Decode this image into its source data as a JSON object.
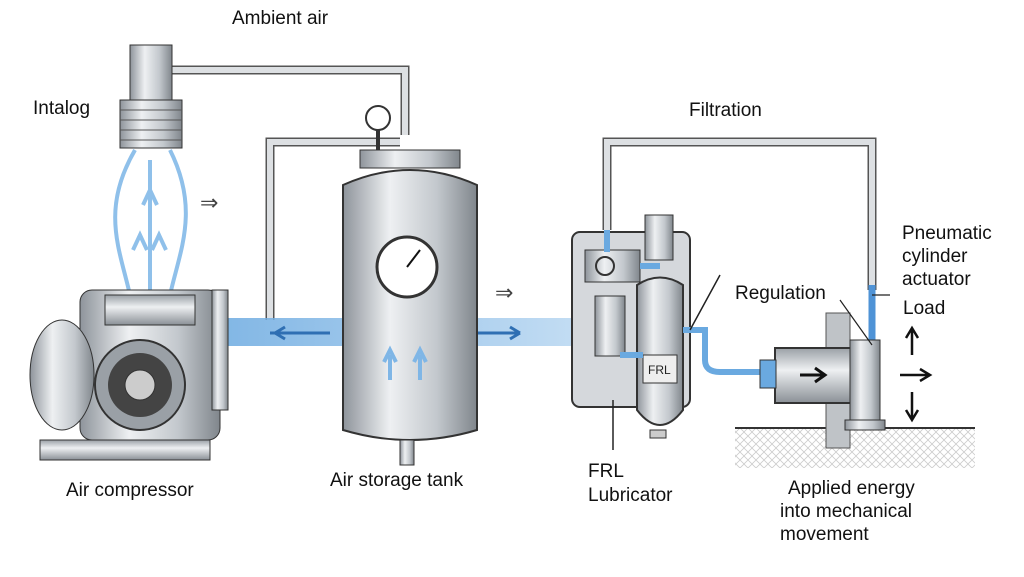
{
  "labels": {
    "ambient_air": "Ambient air",
    "intalog": "Intalog",
    "filtration": "Filtration",
    "pneumatic": [
      "Pneumatic",
      "cylinder",
      "actuator"
    ],
    "load": "Load",
    "regulation": "Regulation",
    "air_compressor": "Air compressor",
    "air_storage_tank": "Air storage tank",
    "frl_lubricator": [
      "FRL",
      "Lubricator"
    ],
    "applied_energy": [
      "Applied energy",
      "into mechanical",
      "movement"
    ],
    "frl_badge": "FRL"
  },
  "colors": {
    "air": "#7fb6e6",
    "metal": "#c9cdd2",
    "outline": "#333333"
  }
}
